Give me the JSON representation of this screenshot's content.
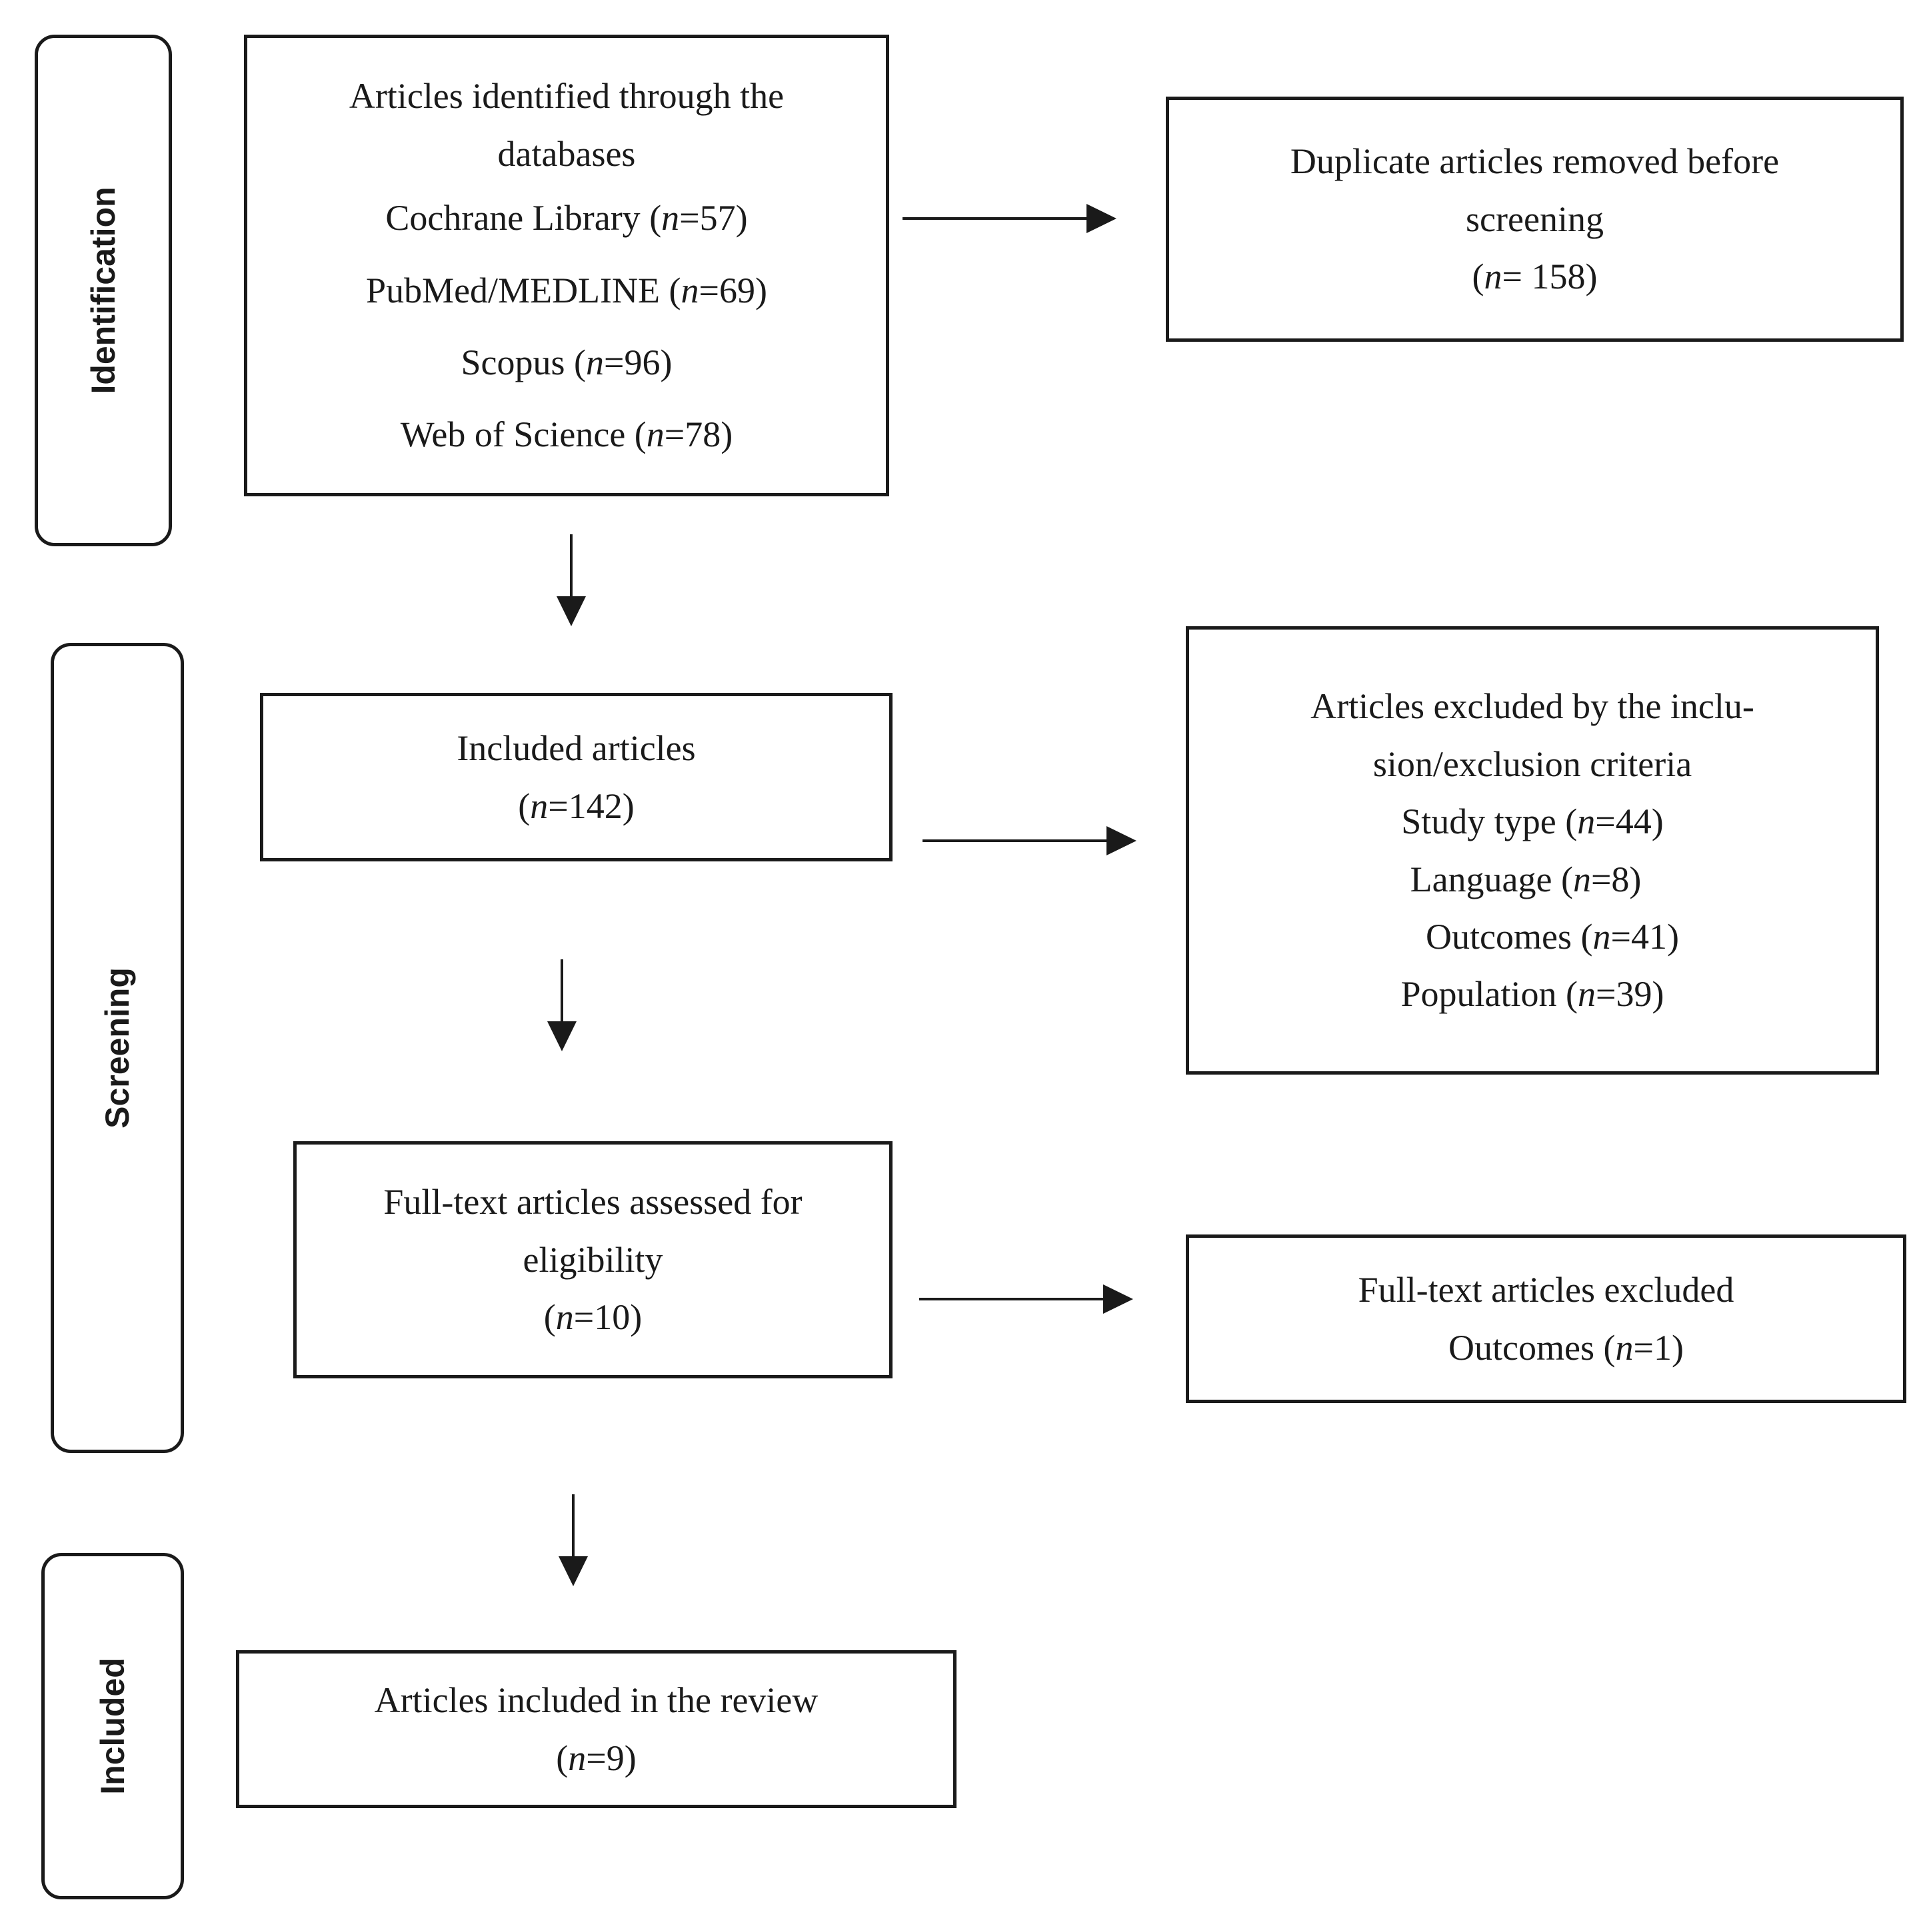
{
  "phases": {
    "identification": "Identification",
    "screening": "Screening",
    "included": "Included"
  },
  "identified": {
    "title_line1": "Articles identified through the",
    "title_line2": "databases",
    "sources": [
      {
        "name": "Cochrane Library",
        "n": "57"
      },
      {
        "name": "PubMed/MEDLINE",
        "n": "69"
      },
      {
        "name": "Scopus",
        "n": "96"
      },
      {
        "name": "Web of Science",
        "n": "78"
      }
    ]
  },
  "duplicates": {
    "line1": "Duplicate articles removed before",
    "line2": "screening",
    "n": "158"
  },
  "included_articles": {
    "title": "Included articles",
    "n": "142"
  },
  "excluded_criteria": {
    "line1": "Articles excluded by the inclu-",
    "line2": "sion/exclusion criteria",
    "reasons": [
      {
        "name": "Study type",
        "n": "44"
      },
      {
        "name": "Language",
        "n": "8"
      },
      {
        "name": "Outcomes",
        "n": "41"
      },
      {
        "name": "Population",
        "n": "39"
      }
    ]
  },
  "fulltext_assessed": {
    "line1": "Full-text articles assessed for",
    "line2": "eligibility",
    "n": "10"
  },
  "fulltext_excluded": {
    "title": "Full-text articles excluded",
    "reason": {
      "name": "Outcomes",
      "n": "1"
    }
  },
  "review": {
    "title": "Articles included in the review",
    "n": "9"
  },
  "n_symbol": "n"
}
